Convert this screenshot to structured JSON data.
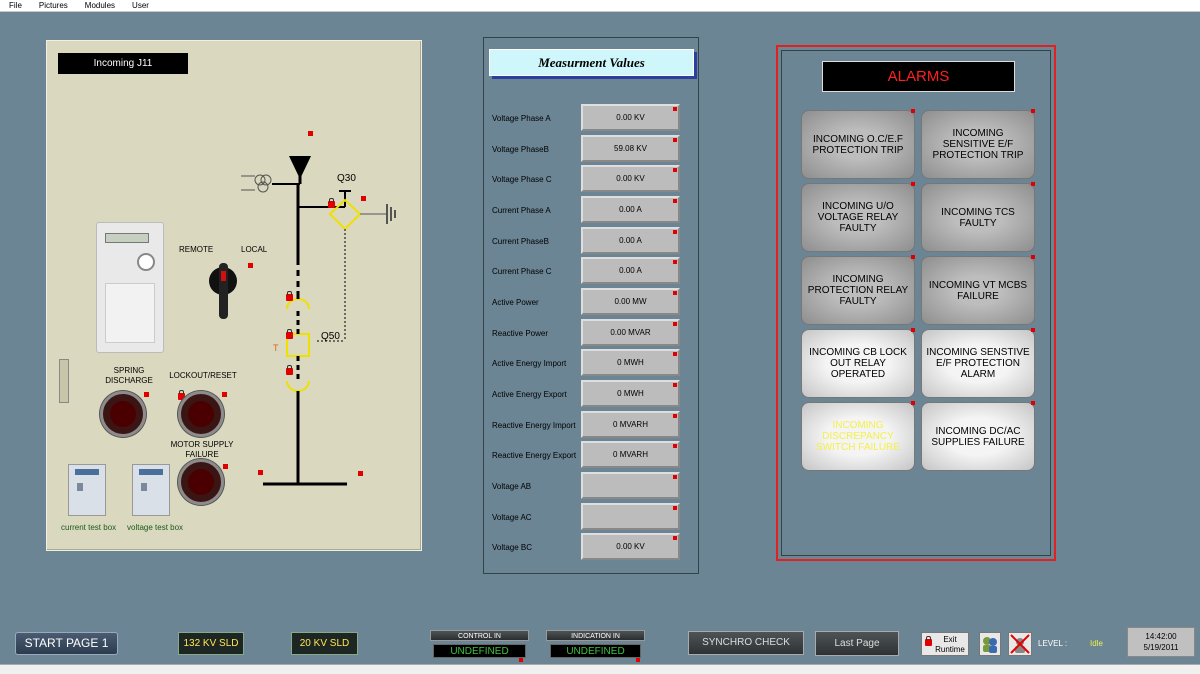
{
  "menu": [
    "File",
    "Pictures",
    "Modules",
    "User"
  ],
  "panel": {
    "title": "Incoming J11",
    "remote_label": "REMOTE",
    "local_label": "LOCAL",
    "q30_label": "Q30",
    "q50_label": "Q50",
    "t_label": "T",
    "spring_label_1": "SPRING",
    "spring_label_2": "DISCHARGE",
    "lockout_label": "LOCKOUT/RESET",
    "motor_label_1": "MOTOR SUPPLY",
    "motor_label_2": "FAILURE",
    "current_box_label": "current test box",
    "voltage_box_label": "voltage test box"
  },
  "measurement": {
    "title": "Measurment Values",
    "rows": [
      {
        "label": "Voltage Phase A",
        "value": "0.00 KV"
      },
      {
        "label": "Voltage PhaseB",
        "value": "59.08 KV"
      },
      {
        "label": "Voltage Phase C",
        "value": "0.00 KV"
      },
      {
        "label": "Current Phase A",
        "value": "0.00 A"
      },
      {
        "label": "Current PhaseB",
        "value": "0.00 A"
      },
      {
        "label": "Current Phase C",
        "value": "0.00 A"
      },
      {
        "label": "Active Power",
        "value": "0.00 MW"
      },
      {
        "label": "Reactive Power",
        "value": "0.00 MVAR"
      },
      {
        "label": "Active Energy Import",
        "value": "0 MWH"
      },
      {
        "label": "Active Energy Export",
        "value": "0 MWH"
      },
      {
        "label": "Reactive Energy Import",
        "value": "0 MVARH"
      },
      {
        "label": "Reactive Energy Export",
        "value": "0 MVARH"
      },
      {
        "label": "Voltage AB",
        "value": ""
      },
      {
        "label": "Voltage AC",
        "value": ""
      },
      {
        "label": "Voltage BC",
        "value": "0.00 KV"
      }
    ]
  },
  "alarms": {
    "title": "ALARMS",
    "items": [
      {
        "label": "INCOMING O.C/E.F PROTECTION TRIP",
        "style": "dark"
      },
      {
        "label": "INCOMING SENSITIVE E/F PROTECTION TRIP",
        "style": "dark"
      },
      {
        "label": "INCOMING U/O VOLTAGE RELAY FAULTY",
        "style": "dark"
      },
      {
        "label": "INCOMING TCS FAULTY",
        "style": "dark"
      },
      {
        "label": "INCOMING PROTECTION RELAY FAULTY",
        "style": "dark"
      },
      {
        "label": "INCOMING VT MCBS FAILURE",
        "style": "dark"
      },
      {
        "label": "INCOMING CB LOCK OUT RELAY OPERATED",
        "style": "light"
      },
      {
        "label": "INCOMING SENSTIVE E/F PROTECTION ALARM",
        "style": "light"
      },
      {
        "label": "INCOMING DISCREPANCY SWITCH FAILURE",
        "style": "light-yellow"
      },
      {
        "label": "INCOMING DC/AC SUPPLIES FAILURE",
        "style": "light"
      }
    ]
  },
  "bottom": {
    "start_page": "START PAGE 1",
    "kv132": "132 KV  SLD",
    "kv20": "20 KV  SLD",
    "control_in_label": "CONTROL IN",
    "control_in_value": "UNDEFINED",
    "indication_in_label": "INDICATION IN",
    "indication_in_value": "UNDEFINED",
    "synchro_check": "SYNCHRO CHECK",
    "last_page": "Last Page",
    "exit_runtime_1": "Exit",
    "exit_runtime_2": "Runtime",
    "level_label": "LEVEL :",
    "level_value": "Idle",
    "time": "14:42:00",
    "date": "5/19/2011"
  },
  "colors": {
    "background": "#6b8594",
    "panel": "#dad8be",
    "alarm_border": "#e22020",
    "alarm_title": "#ff2020",
    "indicator_green": "#3ec43e"
  }
}
